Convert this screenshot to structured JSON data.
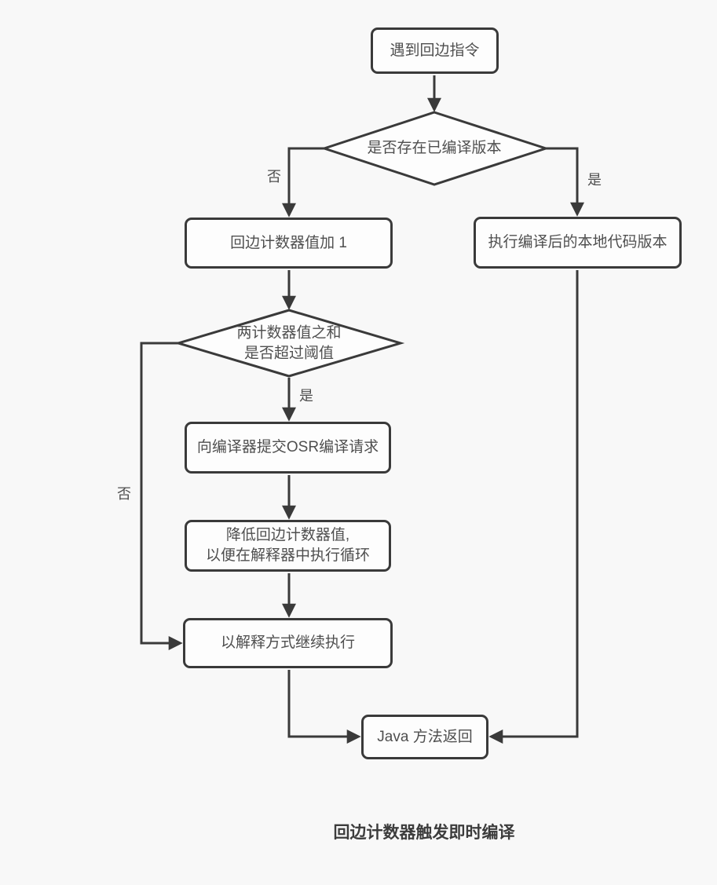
{
  "diagram": {
    "title": "回边计数器触发即时编译",
    "nodes": {
      "start": "遇到回边指令",
      "decision_compiled": "是否存在已编译版本",
      "inc_counter": "回边计数器值加 1",
      "exec_native": "执行编译后的本地代码版本",
      "decision_threshold_line1": "两计数器值之和",
      "decision_threshold_line2": "是否超过阈值",
      "submit_osr": "向编译器提交OSR编译请求",
      "lower_counter_line1": "降低回边计数器值,",
      "lower_counter_line2": "以便在解释器中执行循环",
      "continue_interpret": "以解释方式继续执行",
      "java_return": "Java 方法返回"
    },
    "edge_labels": {
      "decision_compiled_no": "否",
      "decision_compiled_yes": "是",
      "decision_threshold_yes": "是",
      "decision_threshold_no": "否"
    },
    "colors": {
      "background": "#f8f8f8",
      "node_fill": "#fdfdfd",
      "stroke": "#3a3a3a",
      "text": "#4f4f4f",
      "title_text": "#3c3c3c"
    }
  }
}
